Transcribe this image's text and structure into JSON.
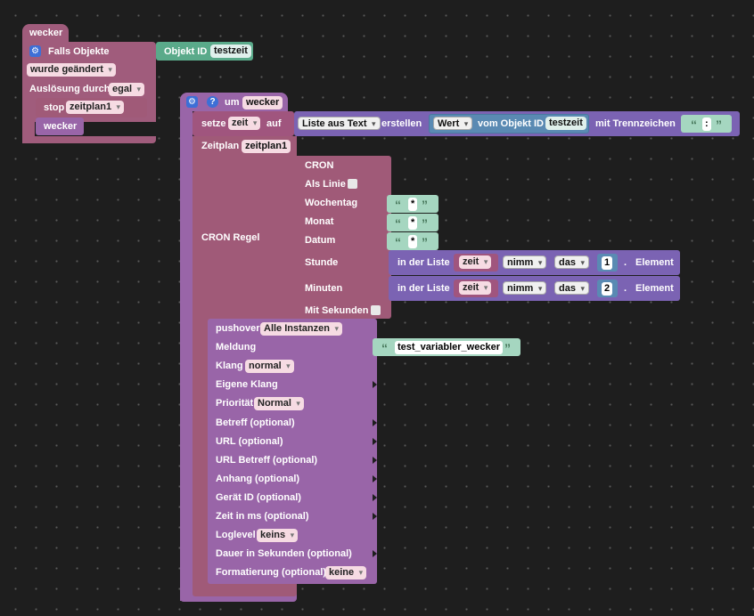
{
  "trigger": {
    "title": "wecker",
    "falls_label": "Falls Objekte",
    "objekt_id_label": "Objekt ID",
    "objekt_id_value": "testzeit",
    "change_select": "wurde geändert",
    "ausloesung_label": "Auslösung durch",
    "ausloesung_value": "egal",
    "stop_label": "stop",
    "stop_value": "zeitplan1",
    "call_label": "wecker"
  },
  "function": {
    "um_label": "um",
    "name": "wecker",
    "setze_label": "setze",
    "var_name": "zeit",
    "auf_label": "auf",
    "liste_select": "Liste aus Text",
    "erstellen_label": "erstellen",
    "wert_select": "Wert",
    "vom_label": "vom Objekt ID",
    "vom_value": "testzeit",
    "trenn_label": "mit Trennzeichen",
    "trenn_value": ":",
    "zeitplan_label": "Zeitplan",
    "zeitplan_value": "zeitplan1",
    "cron_regel_label": "CRON Regel"
  },
  "cron": {
    "title": "CRON",
    "als_linie": "Als Linie",
    "wochentag": "Wochentag",
    "monat": "Monat",
    "datum": "Datum",
    "stunde": "Stunde",
    "minuten": "Minuten",
    "mit_sekunden": "Mit Sekunden",
    "star": "*"
  },
  "list_get": {
    "in_der_liste": "in der Liste",
    "var": "zeit",
    "nimm": "nimm",
    "das": "das",
    "punkt": ".",
    "element": "Element",
    "stunde_index": "1",
    "minuten_index": "2"
  },
  "pushover": {
    "title": "pushover",
    "instance": "Alle Instanzen",
    "meldung": "Meldung",
    "meldung_value": "test_variabler_wecker",
    "klang": "Klang",
    "klang_value": "normal",
    "eigene_klang": "Eigene Klang",
    "prioritaet": "Priorität",
    "prioritaet_value": "Normal",
    "betreff": "Betreff (optional)",
    "url": "URL (optional)",
    "url_betreff": "URL Betreff (optional)",
    "anhang": "Anhang (optional)",
    "geraet": "Gerät ID (optional)",
    "zeit_ms": "Zeit in ms (optional)",
    "loglevel": "Loglevel",
    "loglevel_value": "keins",
    "dauer": "Dauer in Sekunden (optional)",
    "formatierung": "Formatierung (optional)",
    "formatierung_value": "keine"
  },
  "colors": {
    "trigger": "#a05c7c",
    "variable": "#a0557e",
    "list": "#7b63b3",
    "text": "#a5d6c0",
    "function": "#9965a8",
    "schedule": "#a05a78"
  }
}
